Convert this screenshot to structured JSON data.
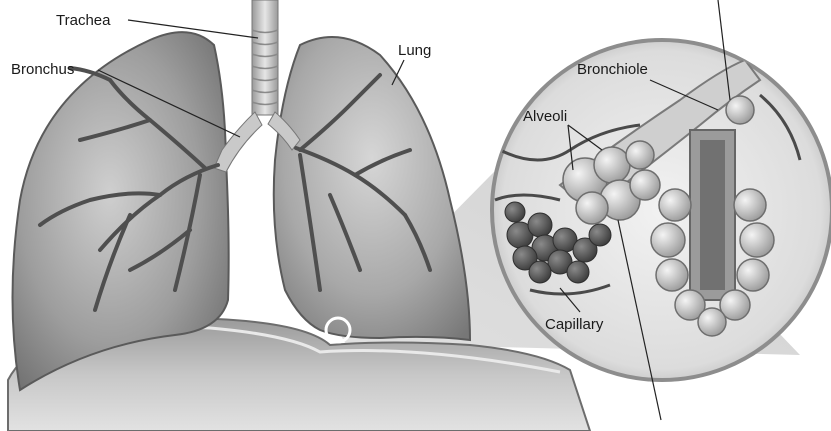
{
  "labels": {
    "trachea": "Trachea",
    "bronchus": "Bronchus",
    "lung": "Lung",
    "bronchiole": "Bronchiole",
    "alveoli": "Alveoli",
    "capillary": "Capillary"
  },
  "colors": {
    "background": "#ffffff",
    "tissue_dark": "#7c7c7c",
    "tissue_mid": "#a9a9a9",
    "tissue_light": "#d4d4d4",
    "leader_line": "#222222",
    "callout_ring": "#ffffff"
  }
}
